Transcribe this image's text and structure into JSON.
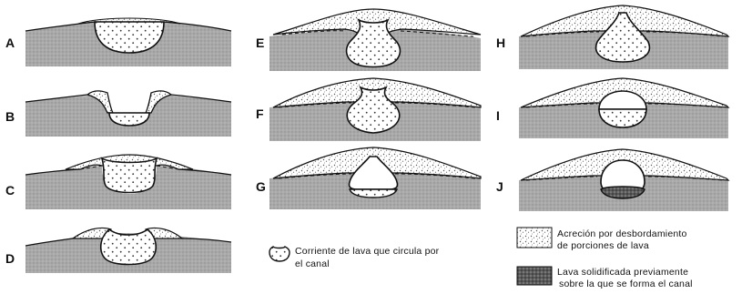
{
  "panels": [
    {
      "id": "A",
      "label": "A",
      "shape": "a"
    },
    {
      "id": "B",
      "label": "B",
      "shape": "b"
    },
    {
      "id": "C",
      "label": "C",
      "shape": "c"
    },
    {
      "id": "D",
      "label": "D",
      "shape": "d"
    },
    {
      "id": "E",
      "label": "E",
      "shape": "e"
    },
    {
      "id": "F",
      "label": "F",
      "shape": "f"
    },
    {
      "id": "G",
      "label": "G",
      "shape": "g"
    },
    {
      "id": "H",
      "label": "H",
      "shape": "h"
    },
    {
      "id": "I",
      "label": "I",
      "shape": "i"
    },
    {
      "id": "J",
      "label": "J",
      "shape": "j"
    }
  ],
  "legend": {
    "channel_flow": {
      "line1": "Corriente de lava que circula por",
      "line2": "el canal"
    },
    "accretion": {
      "line1": "Acreción por desbordamiento",
      "line2": "de porciones de lava"
    },
    "solidified": {
      "line1": "Lava solidificada previamente",
      "line2": "sobre la que se forma el canal"
    }
  },
  "colors": {
    "ground": "#a9a9a9",
    "outline": "#111111",
    "stipple": "#555555",
    "flow_fill": "#ffffff",
    "solid_lava": "#6b6b6b"
  }
}
